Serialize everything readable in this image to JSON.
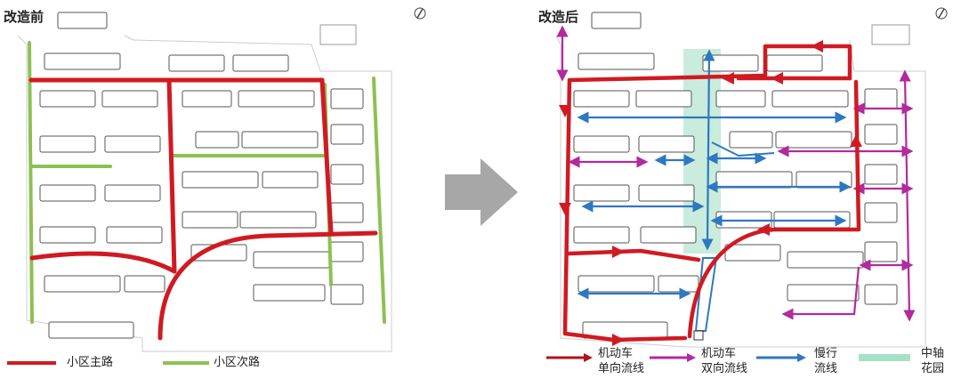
{
  "before": {
    "title": "改造前",
    "legend": [
      {
        "label": "小区主路",
        "color": "#d01a22"
      },
      {
        "label": "小区次路",
        "color": "#8cc152"
      }
    ]
  },
  "after": {
    "title": "改造后",
    "legend": [
      {
        "line1": "机动车",
        "line2": "单向流线",
        "color": "#b0141c"
      },
      {
        "line1": "机动车",
        "line2": "双向流线",
        "color": "#b12a9e"
      },
      {
        "line1": "慢行",
        "line2": "流线",
        "color": "#2e78c2"
      },
      {
        "line1": "中轴",
        "line2": "花园",
        "color": "#a8e0c6"
      }
    ]
  },
  "colors": {
    "main_road": "#d01a22",
    "secondary_road": "#8cc152",
    "one_way": "#d01a22",
    "two_way": "#b12a9e",
    "slow": "#2e78c2",
    "garden": "#bfe9d6",
    "arrow": "#a7a7a7",
    "building": "#555555"
  },
  "icons": {
    "compass": "north-arrow-icon",
    "transition": "right-arrow-icon"
  }
}
